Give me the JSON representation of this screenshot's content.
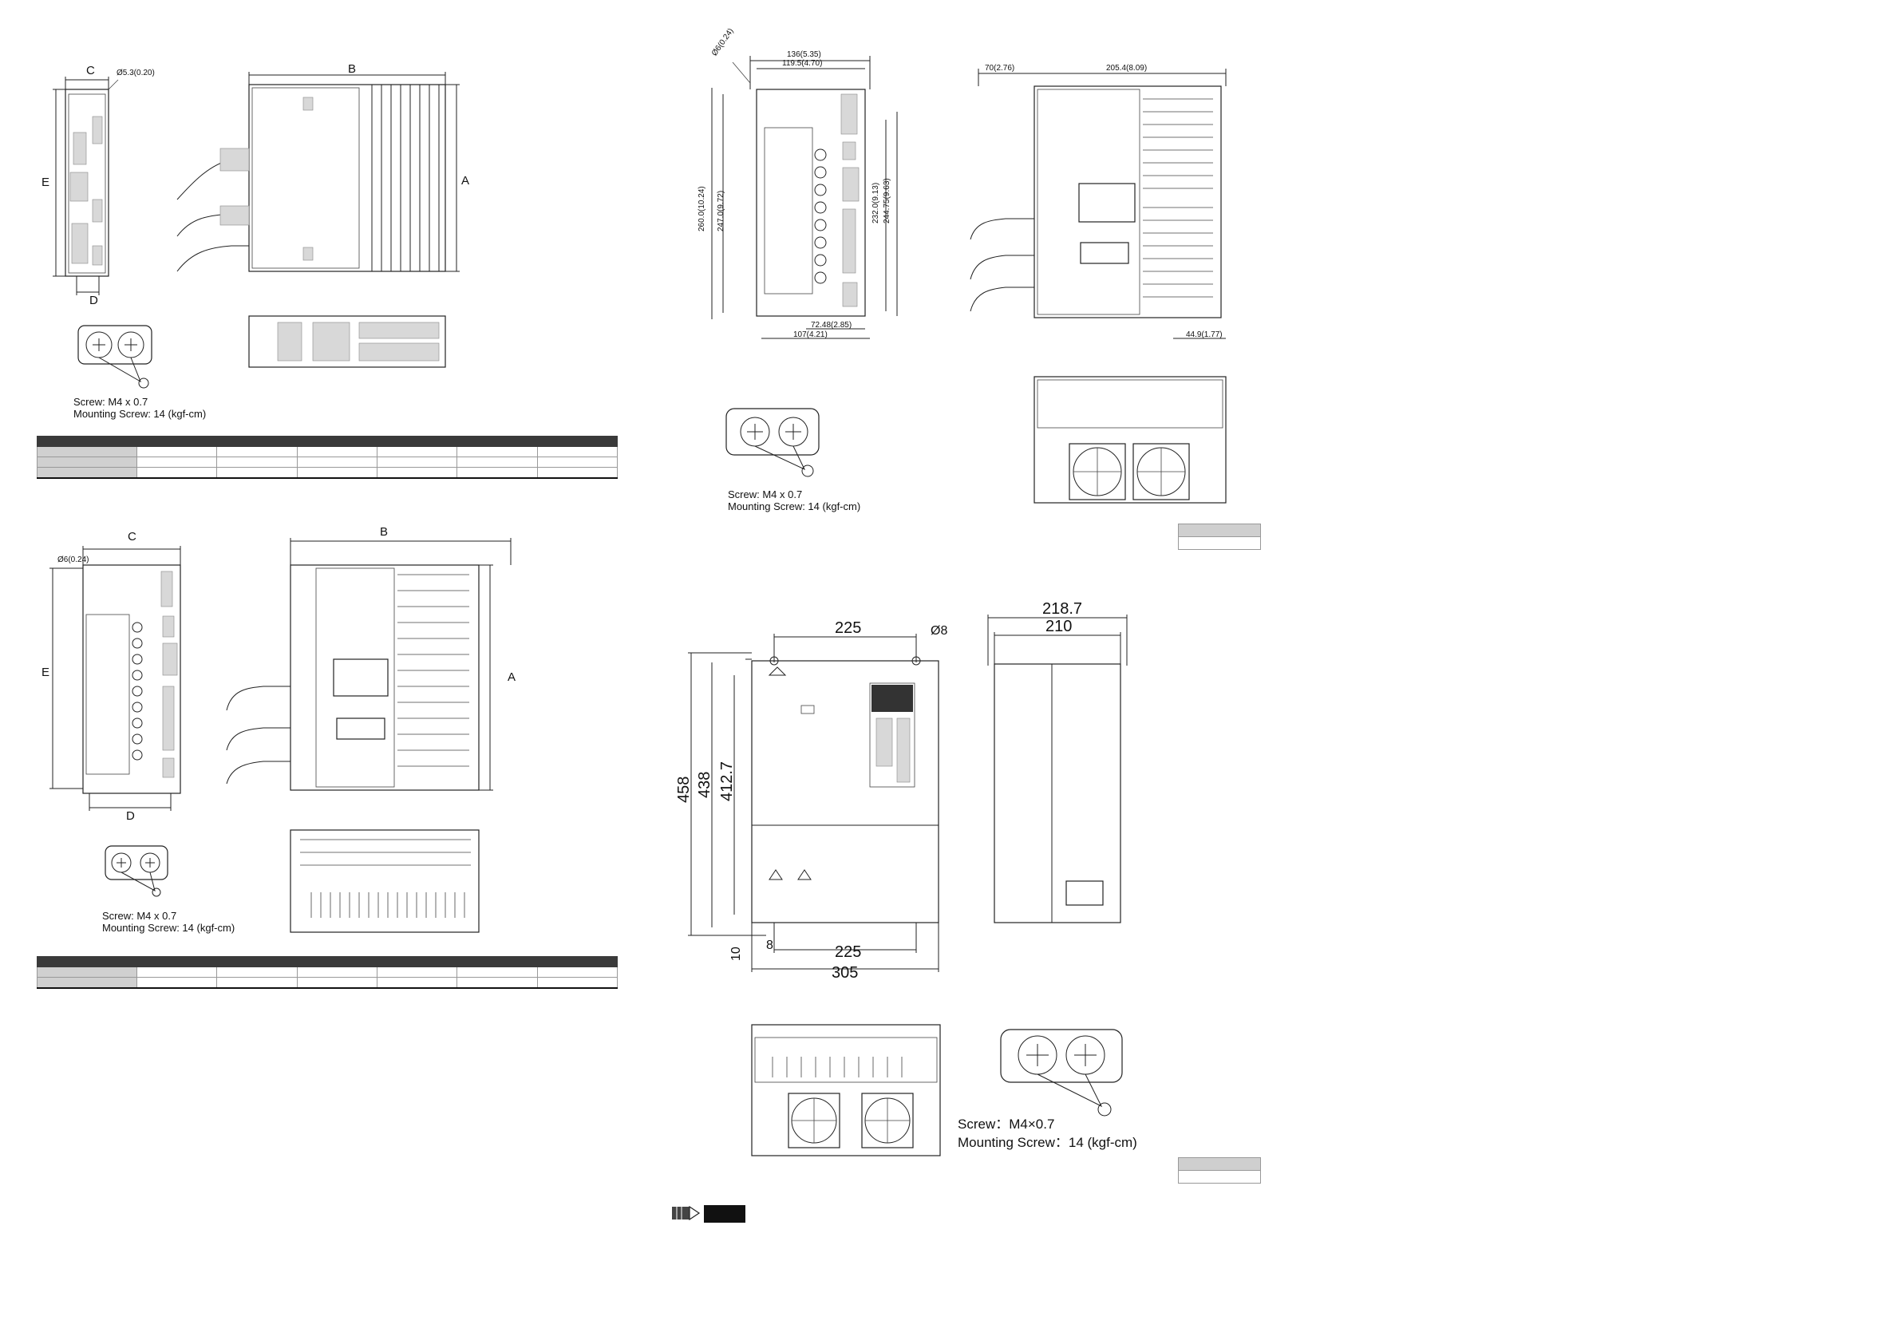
{
  "figure1": {
    "labels": {
      "a": "A",
      "b": "B",
      "c": "C",
      "d": "D",
      "e": "E"
    },
    "hole_dim": "Ø5.3(0.20)",
    "screw": "Screw: M4 x 0.7",
    "mounting": "Mounting Screw: 14 (kgf-cm)"
  },
  "figure2": {
    "labels": {
      "a": "A",
      "b": "B",
      "c": "C",
      "d": "D",
      "e": "E"
    },
    "hole_dim": "Ø6(0.24)",
    "screw": "Screw: M4 x 0.7",
    "mounting": "Mounting Screw: 14 (kgf-cm)"
  },
  "figure3": {
    "dims": {
      "width_outer": "136(5.35)",
      "width_holes": "119.5(4.70)",
      "height_outer": "260.0(10.24)",
      "height_holes": "247.0(9.72)",
      "hole": "Ø6(0.24)",
      "inner_h1": "232.0(9.13)",
      "inner_h2": "244.75(9.63)",
      "bottom_1": "72.48(2.85)",
      "bottom_2": "107(4.21)",
      "side_front": "70(2.76)",
      "side_depth": "205.4(8.09)",
      "side_bottom": "44.9(1.77)"
    },
    "screw": "Screw: M4 x 0.7",
    "mounting": "Mounting Screw: 14 (kgf-cm)"
  },
  "figure4": {
    "dims": {
      "top_holes": "225",
      "hole": "Ø8",
      "h_outer": "458",
      "h_mid": "438",
      "h_inner": "412.7",
      "bottom_offset": "10",
      "small": "8",
      "bottom_holes": "225",
      "width": "305",
      "side_depth_outer": "218.7",
      "side_depth": "210"
    },
    "screw": "Screw：M4×0.7",
    "mounting": "Mounting Screw：14 (kgf-cm)"
  }
}
